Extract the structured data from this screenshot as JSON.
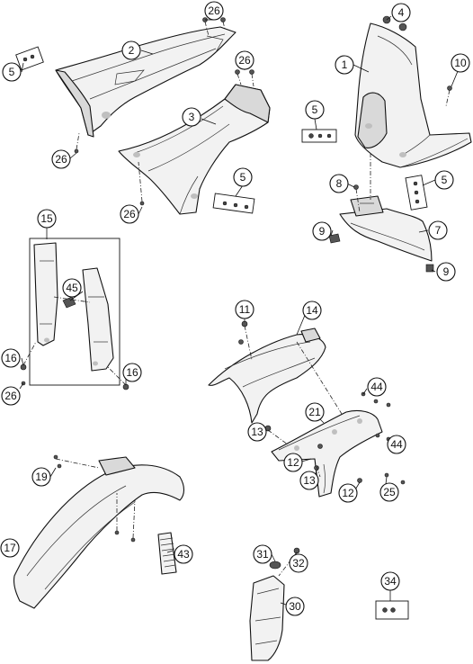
{
  "callouts": [
    {
      "id": "c26a",
      "label": "26"
    },
    {
      "id": "c4",
      "label": "4"
    },
    {
      "id": "c2",
      "label": "2"
    },
    {
      "id": "c5a",
      "label": "5"
    },
    {
      "id": "c26b",
      "label": "26"
    },
    {
      "id": "c1",
      "label": "1"
    },
    {
      "id": "c10",
      "label": "10"
    },
    {
      "id": "c3",
      "label": "3"
    },
    {
      "id": "c5b",
      "label": "5"
    },
    {
      "id": "c26c",
      "label": "26"
    },
    {
      "id": "c5c",
      "label": "5"
    },
    {
      "id": "c8",
      "label": "8"
    },
    {
      "id": "c5d",
      "label": "5"
    },
    {
      "id": "c26d",
      "label": "26"
    },
    {
      "id": "c9a",
      "label": "9"
    },
    {
      "id": "c7",
      "label": "7"
    },
    {
      "id": "c9b",
      "label": "9"
    },
    {
      "id": "c15",
      "label": "15"
    },
    {
      "id": "c45",
      "label": "45"
    },
    {
      "id": "c16a",
      "label": "16"
    },
    {
      "id": "c16b",
      "label": "16"
    },
    {
      "id": "c26e",
      "label": "26"
    },
    {
      "id": "c11",
      "label": "11"
    },
    {
      "id": "c14",
      "label": "14"
    },
    {
      "id": "c44a",
      "label": "44"
    },
    {
      "id": "c21",
      "label": "21"
    },
    {
      "id": "c13a",
      "label": "13"
    },
    {
      "id": "c44b",
      "label": "44"
    },
    {
      "id": "c12a",
      "label": "12"
    },
    {
      "id": "c13b",
      "label": "13"
    },
    {
      "id": "c12b",
      "label": "12"
    },
    {
      "id": "c25",
      "label": "25"
    },
    {
      "id": "c19",
      "label": "19"
    },
    {
      "id": "c17",
      "label": "17"
    },
    {
      "id": "c43",
      "label": "43"
    },
    {
      "id": "c31",
      "label": "31"
    },
    {
      "id": "c32",
      "label": "32"
    },
    {
      "id": "c30",
      "label": "30"
    },
    {
      "id": "c34",
      "label": "34"
    }
  ]
}
